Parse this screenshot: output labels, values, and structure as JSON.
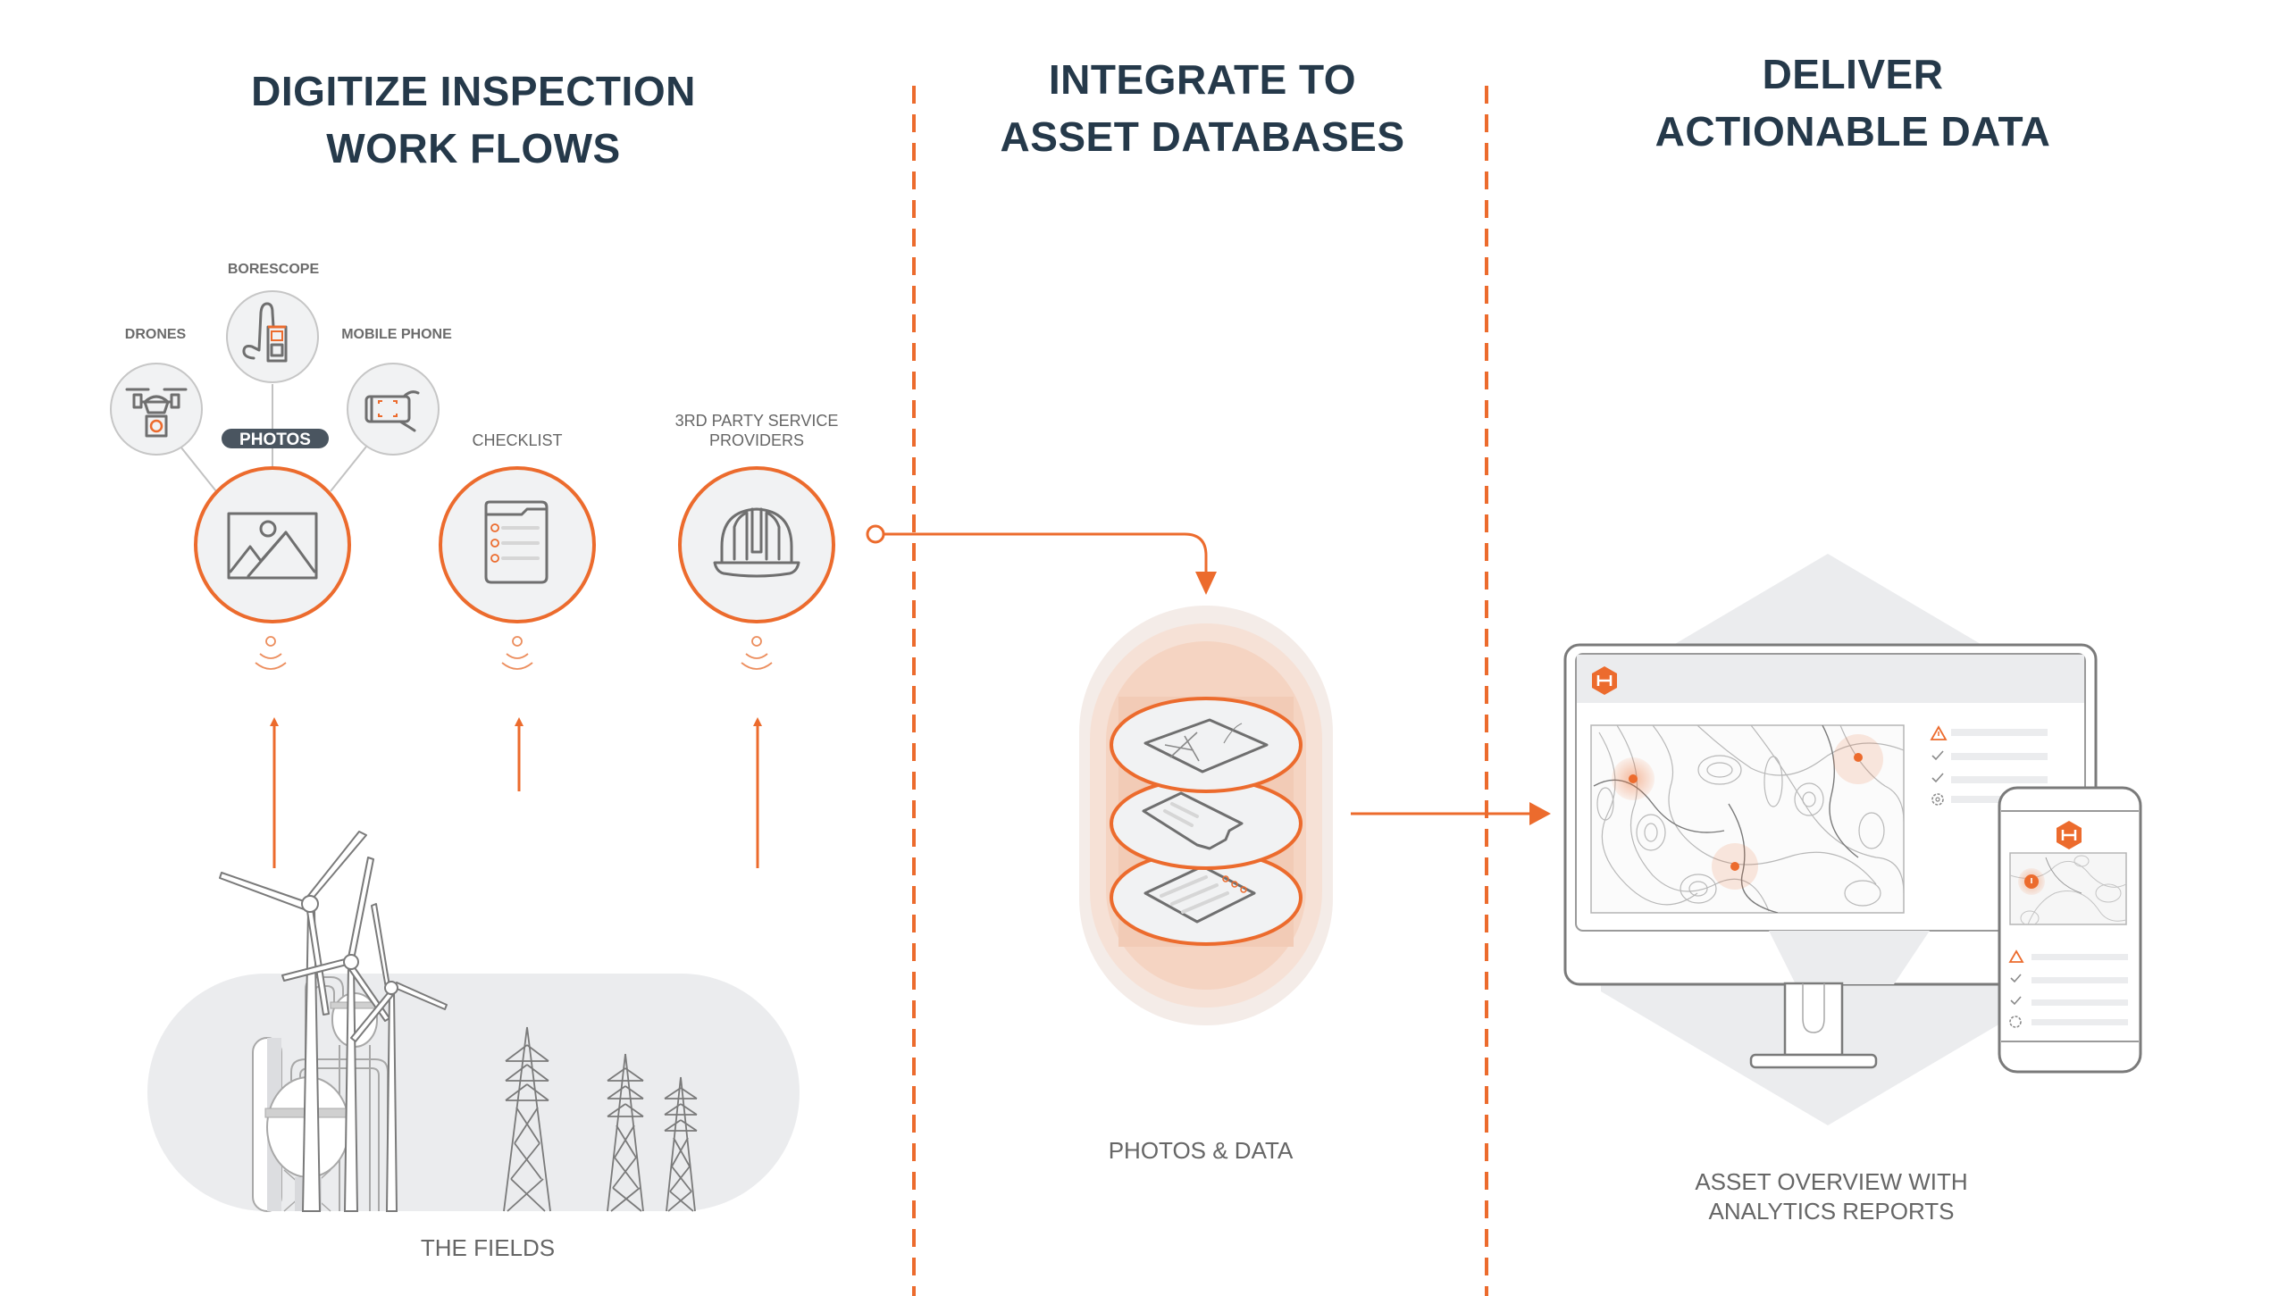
{
  "colors": {
    "accent": "#ec6b2d",
    "title": "#25394a",
    "label": "#666666",
    "pill_bg": "#4a5560",
    "circle_fill": "#f1f2f3",
    "panel_gray": "#ebecee"
  },
  "sections": [
    {
      "id": "digitize",
      "title_lines": [
        "DIGITIZE INSPECTION",
        "WORK FLOWS"
      ]
    },
    {
      "id": "integrate",
      "title_lines": [
        "INTEGRATE TO",
        "ASSET DATABASES"
      ]
    },
    {
      "id": "deliver",
      "title_lines": [
        "DELIVER",
        "ACTIONABLE DATA"
      ]
    }
  ],
  "sources": {
    "drones": "DRONES",
    "borescope": "BORESCOPE",
    "mobile_phone": "MOBILE PHONE"
  },
  "inputs": {
    "photos": "PHOTOS",
    "checklist": "CHECKLIST",
    "third_party_line1": "3RD PARTY SERVICE",
    "third_party_line2": "PROVIDERS"
  },
  "captions": {
    "fields": "THE FIELDS",
    "photos_data": "PHOTOS & DATA",
    "overview_line1": "ASSET OVERVIEW WITH",
    "overview_line2": "ANALYTICS REPORTS"
  },
  "icons": {
    "drone": "drone-icon",
    "borescope": "borescope-icon",
    "mobile": "mobile-phone-icon",
    "photo": "image-icon",
    "checklist": "checklist-icon",
    "helmet": "hard-hat-icon",
    "signal": "wireless-signal-icon",
    "logo": "hexagon-logo-icon",
    "warning": "warning-icon",
    "check": "check-icon",
    "gear": "gear-icon"
  }
}
